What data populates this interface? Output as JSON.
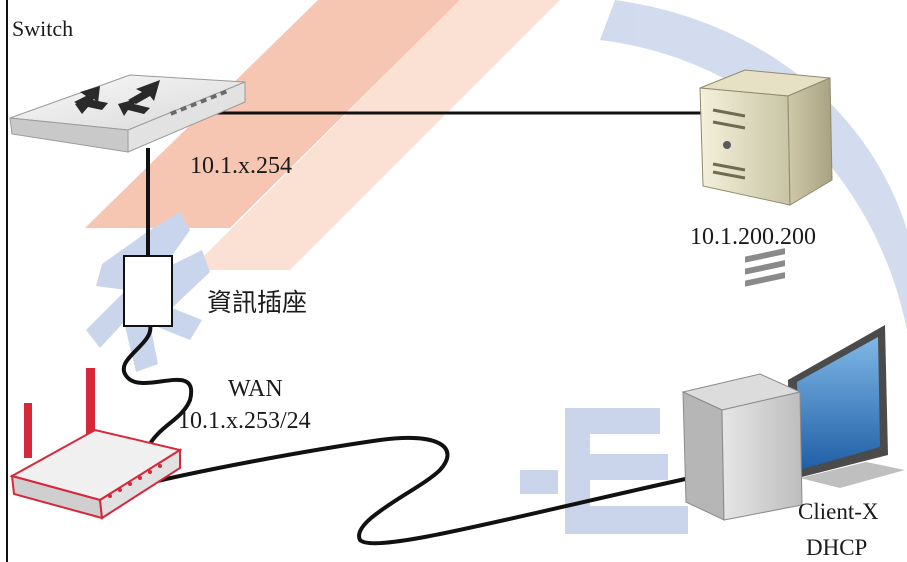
{
  "diagram": {
    "colors": {
      "line": "#111111",
      "watermark_orange": "#f2a27f",
      "watermark_blue": "#a9b9dd",
      "router_accent": "#d6283b"
    },
    "nodes": {
      "switch": {
        "label": "Switch",
        "ip": "10.1.x.254",
        "icon": "switch-icon"
      },
      "server": {
        "ip": "10.1.200.200",
        "icon": "server-icon"
      },
      "wall_outlet": {
        "label": "資訊插座",
        "icon": "wall-outlet-icon"
      },
      "router": {
        "wan_label": "WAN",
        "wan_ip": "10.1.x.253/24",
        "icon": "router-icon"
      },
      "client": {
        "name": "Client-X",
        "mode": "DHCP",
        "icon": "desktop-computer-icon"
      }
    }
  }
}
